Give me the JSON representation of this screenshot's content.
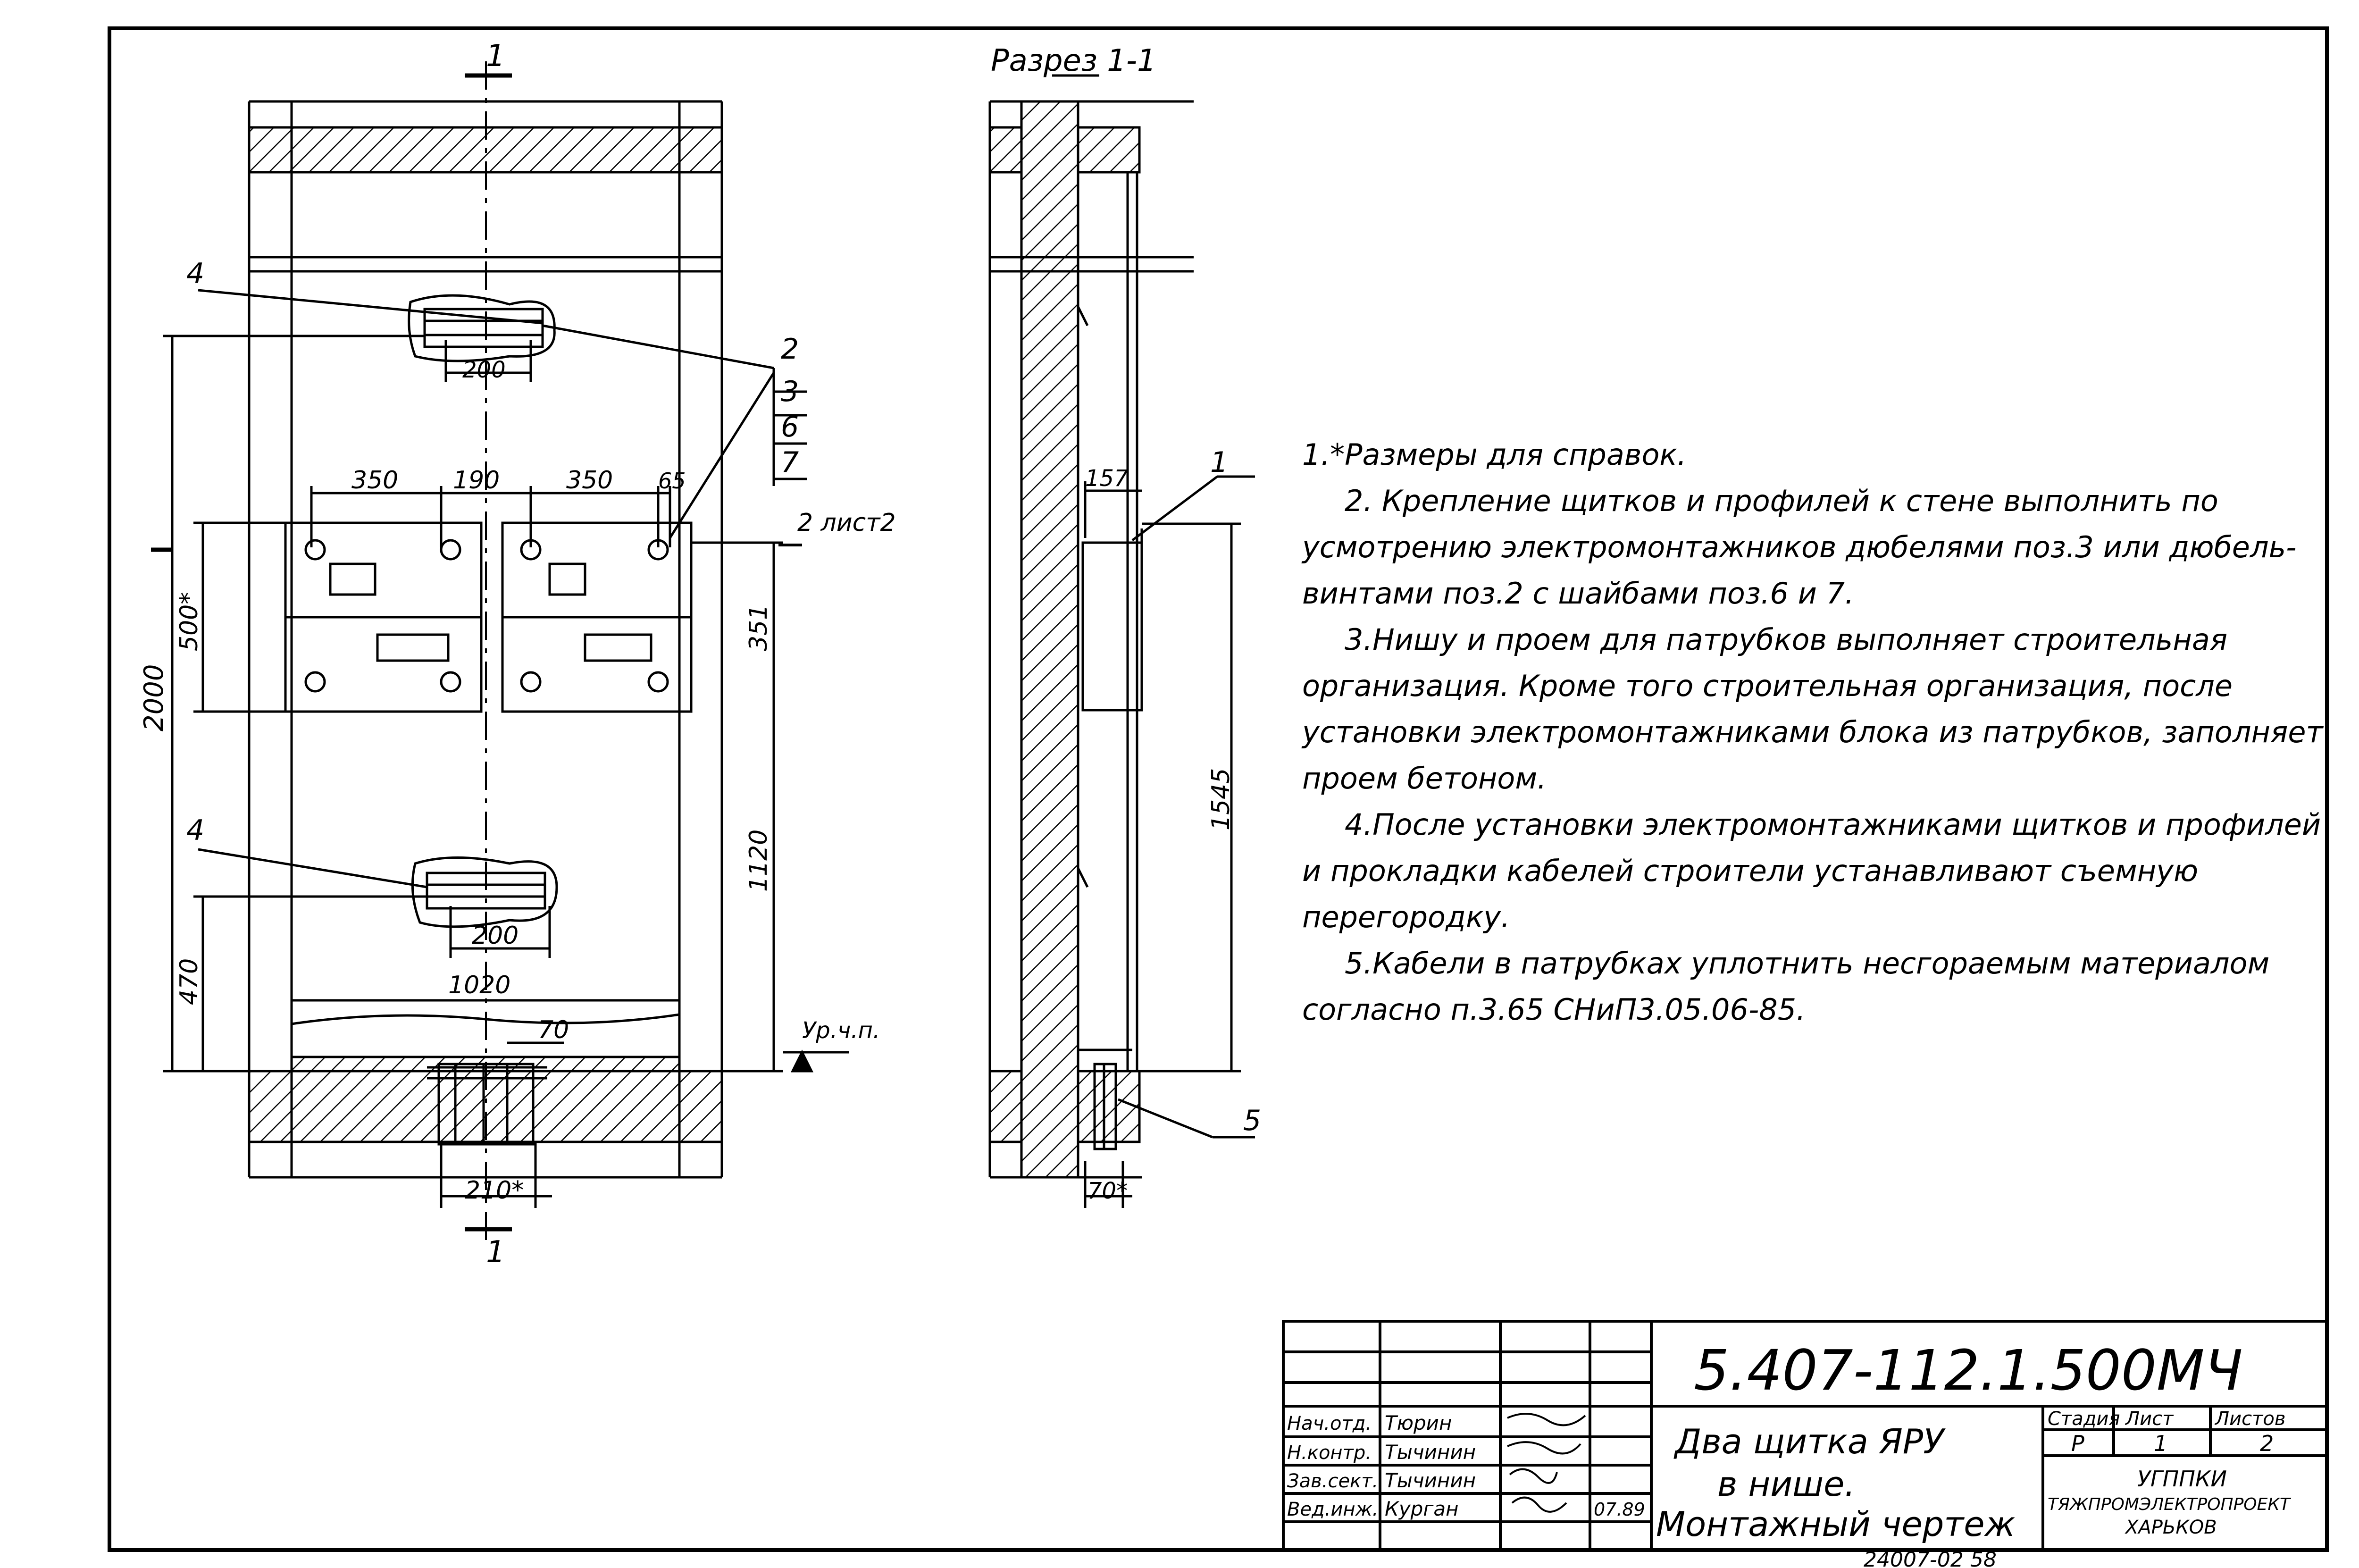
{
  "section_title": "Разрез 1-1",
  "section_mark": "1",
  "sheet_ref": "2 лист2",
  "level_label": "Ур.ч.п.",
  "positions": {
    "p1": "1",
    "p2": "2",
    "p3": "3",
    "p4": "4",
    "p5": "5",
    "p6": "6",
    "p7": "7"
  },
  "dims": {
    "d350a": "350",
    "d190": "190",
    "d350b": "350",
    "d65": "65",
    "d200top": "200",
    "d200bot": "200",
    "d1020": "1020",
    "d70": "70",
    "d210": "210*",
    "d2000": "2000",
    "d500": "500*",
    "d470": "470",
    "d351": "351",
    "d1120": "1120",
    "d157": "157",
    "d1545": "1545",
    "d70s": "70*"
  },
  "notes": [
    "1.*Размеры для справок.",
    "2. Крепление щитков и профилей к стене выполнить по усмотрению электромонтажников дюбелями поз.3 или дюбель-винтами поз.2 с шайбами поз.6 и 7.",
    "3.Нишу и проем для патрубков выполняет строительная организация. Кроме того строительная организация, после установки электромонтажниками блока из патрубков, заполняет проем бетоном.",
    "4.После установки электромонтажниками щитков и профилей и прокладки кабелей строители устанавливают съемную перегородку.",
    "5.Кабели в патрубках уплотнить несгораемым материалом согласно п.3.65 СНиП3.05.06-85."
  ],
  "title_block": {
    "code": "5.407-112.1.500МЧ",
    "title_lines": [
      "Два щитка ЯРУ",
      "в нише.",
      "Монтажный чертеж"
    ],
    "roles": [
      "Нач.отд.",
      "Н.контр.",
      "Зав.сект.",
      "Вед.инж."
    ],
    "names": [
      "Тюрин",
      "Тычинин",
      "Тычинин",
      "Курган"
    ],
    "date": "07.89",
    "stage_header": "Стадия",
    "sheet_header": "Лист",
    "sheets_header": "Листов",
    "stage": "Р",
    "sheet": "1",
    "sheets": "2",
    "org_lines": [
      "УГППКИ",
      "ТЯЖПРОМЭЛЕКТРОПРОЕКТ",
      "ХАРЬКОВ"
    ]
  },
  "inventory_number": "24007-02 58"
}
